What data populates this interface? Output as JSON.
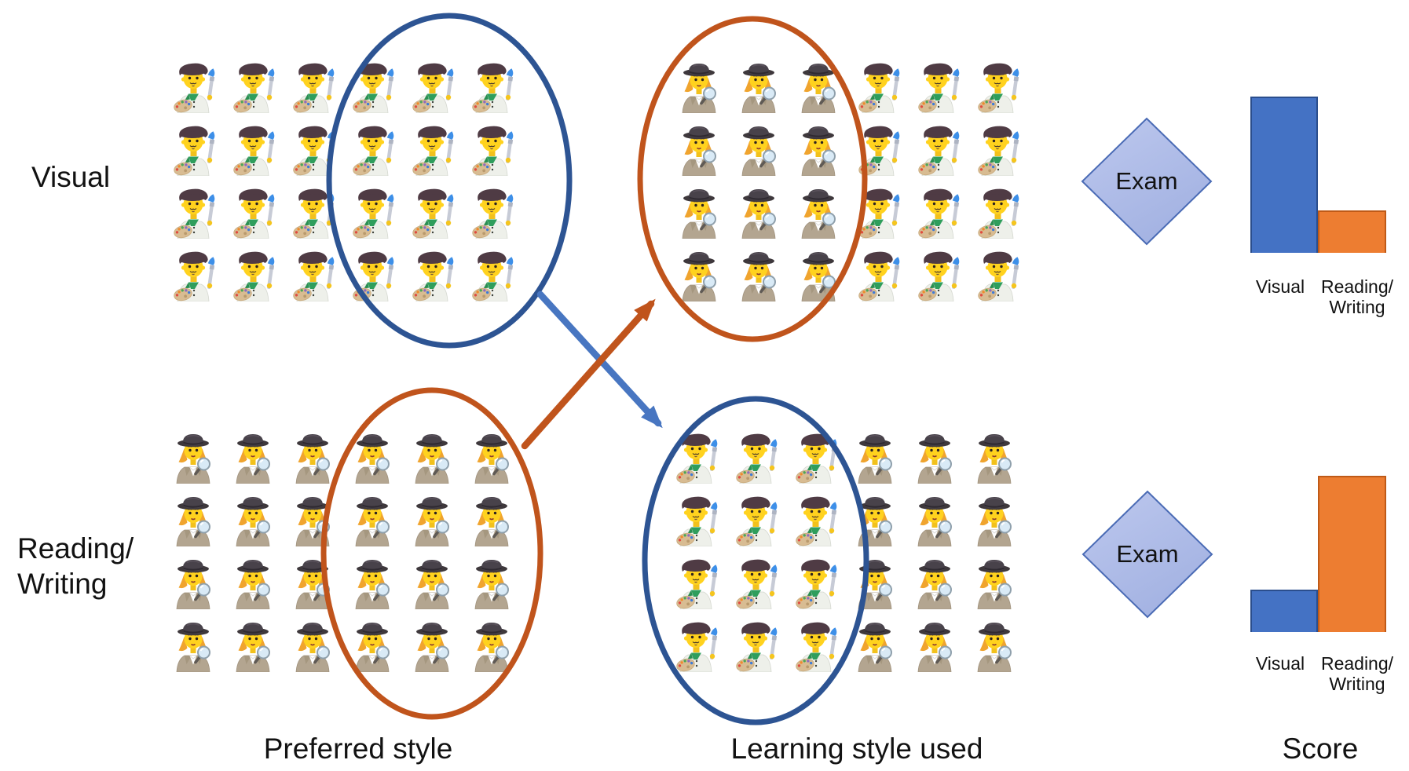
{
  "labels": {
    "visual_row": "Visual",
    "rw_row_line1": "Reading/",
    "rw_row_line2": "Writing",
    "preferred_style": "Preferred style",
    "learning_style_used": "Learning style used",
    "score": "Score",
    "exam": "Exam"
  },
  "chart_labels": {
    "visual": "Visual",
    "rw_line1": "Reading/",
    "rw_line2": "Writing"
  },
  "icons": {
    "visual_style": "man-artist",
    "reading_writing_style": "woman-detective"
  },
  "colors": {
    "blue_ellipse": "#2D5493",
    "orange_ellipse": "#C0541C",
    "blue_arrow": "#4876C1",
    "orange_arrow": "#C0541C",
    "bar_blue": "#4472C4",
    "bar_orange": "#ED7D31",
    "diamond_fill_light": "#BDC8EE",
    "diamond_fill_dark": "#A3B2E2",
    "diamond_border": "#4A6BB5",
    "text": "#121212"
  },
  "grids": [
    {
      "id": "tl",
      "name": "visual-preferred-grid",
      "rows": 4,
      "cols": 6,
      "split": 3,
      "icon_left": "man-artist",
      "icon_right": "man-artist",
      "circled": "right-half",
      "circle_color": "blue"
    },
    {
      "id": "tr",
      "name": "visual-row-learning-style-used-grid",
      "rows": 4,
      "cols": 6,
      "split": 3,
      "icon_left": "woman-detective",
      "icon_right": "man-artist",
      "circled": "left-half",
      "circle_color": "orange"
    },
    {
      "id": "bl",
      "name": "reading-writing-preferred-grid",
      "rows": 4,
      "cols": 6,
      "split": 3,
      "icon_left": "woman-detective",
      "icon_right": "woman-detective",
      "circled": "right-half",
      "circle_color": "orange"
    },
    {
      "id": "br",
      "name": "reading-writing-row-learning-style-used-grid",
      "rows": 4,
      "cols": 6,
      "split": 3,
      "icon_left": "man-artist",
      "icon_right": "woman-detective",
      "circled": "left-half",
      "circle_color": "blue"
    }
  ],
  "arrows": [
    {
      "name": "blue-swap-arrow",
      "color_key": "blue_arrow",
      "from": "visual-preferred circled half",
      "to": "reading-writing-row learning-style-used circled half"
    },
    {
      "name": "orange-swap-arrow",
      "color_key": "orange_arrow",
      "from": "reading-writing-preferred circled half",
      "to": "visual-row learning-style-used circled half"
    }
  ],
  "chart_data": [
    {
      "type": "bar",
      "title": "",
      "caption": "Score",
      "categories": [
        "Visual",
        "Reading/Writing"
      ],
      "values": [
        100,
        27
      ],
      "series_colors": [
        "#4472C4",
        "#ED7D31"
      ],
      "xlabel": "",
      "ylabel": "",
      "ylim": [
        0,
        100
      ],
      "grid": false,
      "axes_shown": false,
      "legend": "none",
      "note": "values are relative bar heights; no numeric axis shown"
    },
    {
      "type": "bar",
      "title": "",
      "caption": "Score",
      "categories": [
        "Visual",
        "Reading/Writing"
      ],
      "values": [
        27,
        100
      ],
      "series_colors": [
        "#4472C4",
        "#ED7D31"
      ],
      "xlabel": "",
      "ylabel": "",
      "ylim": [
        0,
        100
      ],
      "grid": false,
      "axes_shown": false,
      "legend": "none",
      "note": "values are relative bar heights; no numeric axis shown"
    }
  ]
}
